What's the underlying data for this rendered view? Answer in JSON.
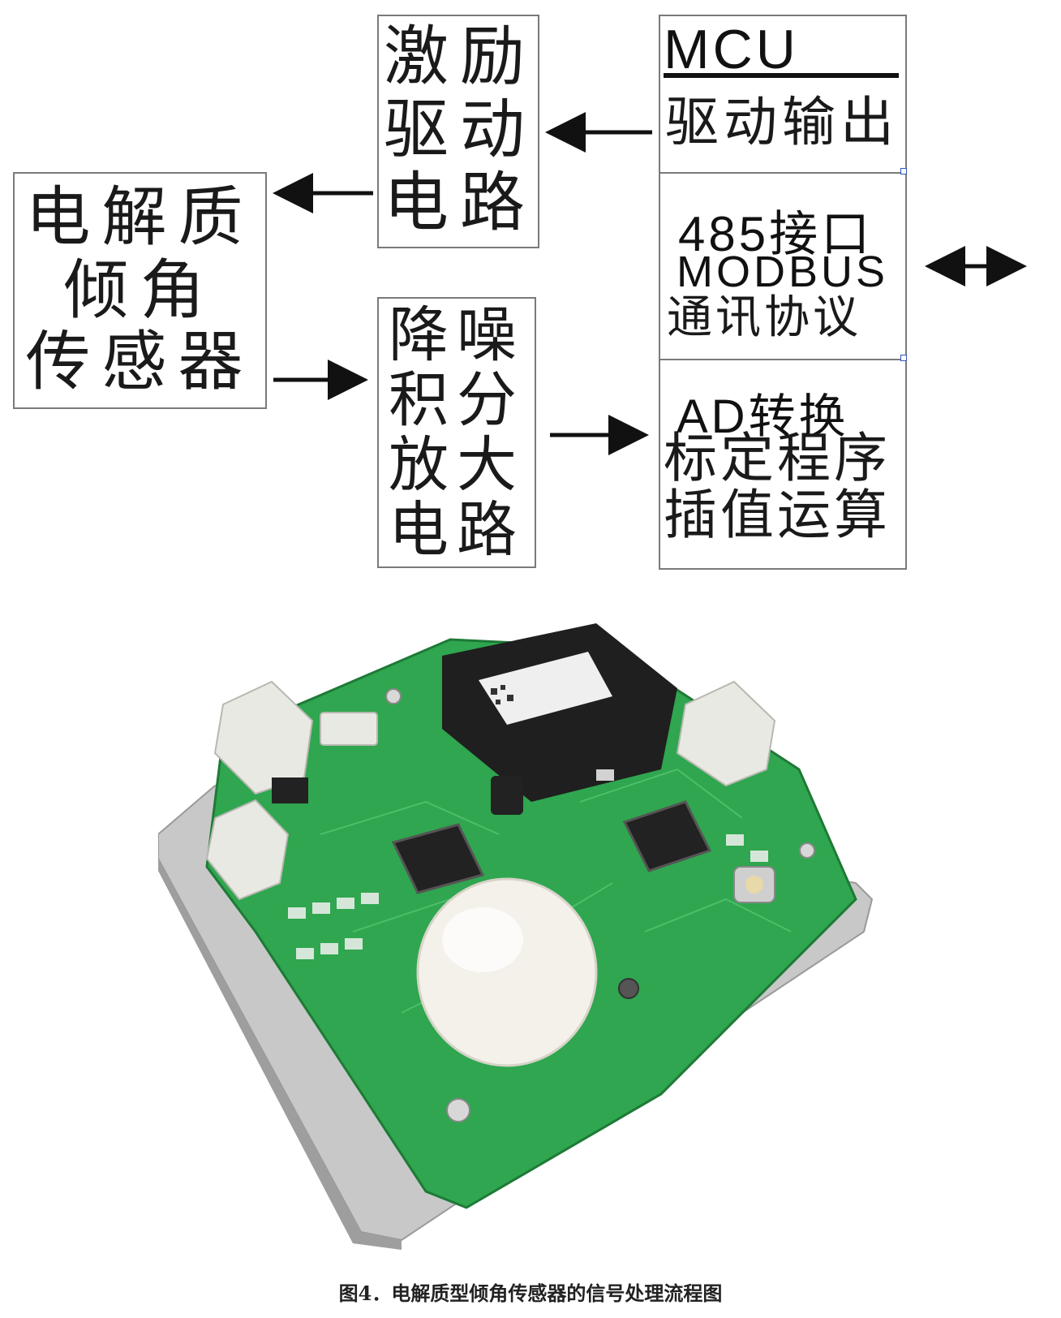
{
  "diagram": {
    "sensor": {
      "lines": [
        "电解质",
        "倾角",
        "传感器"
      ]
    },
    "drive_circuit": {
      "lines": [
        "激励",
        "驱动",
        "电路"
      ]
    },
    "amplifier": {
      "lines": [
        "降噪",
        "积分",
        "放大",
        "电路"
      ]
    },
    "mcu": {
      "header": "MCU",
      "drive_section": "驱动输出",
      "comm_section": {
        "line1": "485接口",
        "line2": "MODBUS",
        "line3": "通讯协议"
      },
      "ad_section": {
        "line1": "AD转换",
        "line2": "标定程序",
        "line3": "插值运算"
      }
    }
  },
  "caption": "图4．电解质型倾角传感器的信号处理流程图",
  "colors": {
    "border": "#7a7a7a",
    "text": "#1a1a1a",
    "pcb": "#2fa64f",
    "plate": "#c9c9c9"
  }
}
